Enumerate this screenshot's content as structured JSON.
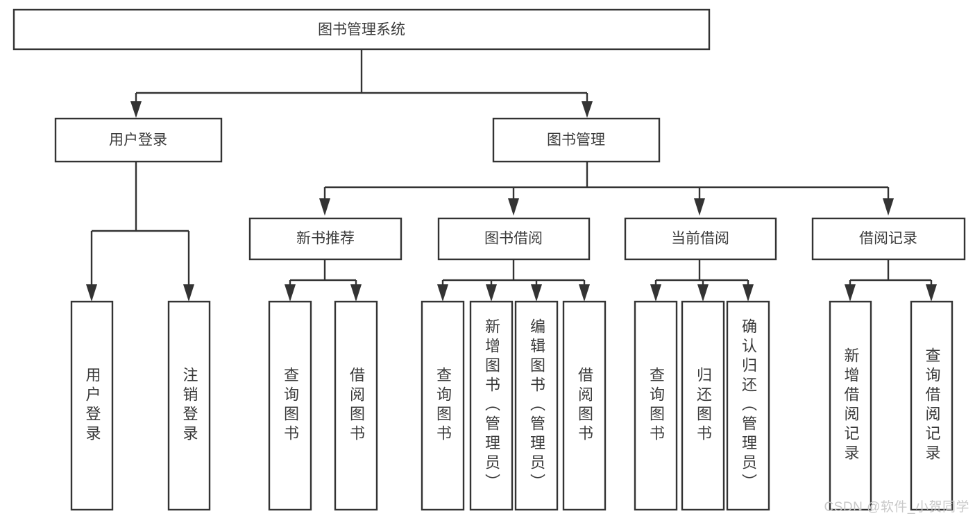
{
  "diagram": {
    "type": "tree-hierarchy",
    "title": "图书管理系统",
    "orientation": "top-down",
    "colors": {
      "box_stroke": "#333333",
      "box_fill": "#ffffff",
      "text": "#3a3a3a",
      "connector": "#333333",
      "watermark": "#c9c9c9",
      "background": "#ffffff"
    },
    "root": {
      "label": "图书管理系统"
    },
    "level2": [
      {
        "label": "用户登录"
      },
      {
        "label": "图书管理"
      }
    ],
    "level3": [
      {
        "label": "新书推荐"
      },
      {
        "label": "图书借阅"
      },
      {
        "label": "当前借阅"
      },
      {
        "label": "借阅记录"
      }
    ],
    "leaves": {
      "user_login": [
        {
          "label": "用户登录"
        },
        {
          "label": "注销登录"
        }
      ],
      "new_book_recommend": [
        {
          "label": "查询图书"
        },
        {
          "label": "借阅图书"
        }
      ],
      "book_borrow": [
        {
          "label": "查询图书"
        },
        {
          "label": "新增图书（管理员）"
        },
        {
          "label": "编辑图书（管理员）"
        },
        {
          "label": "借阅图书"
        }
      ],
      "current_borrow": [
        {
          "label": "查询图书"
        },
        {
          "label": "归还图书"
        },
        {
          "label": "确认归还（管理员）"
        }
      ],
      "borrow_record": [
        {
          "label": "新增借阅记录"
        },
        {
          "label": "查询借阅记录"
        }
      ]
    }
  },
  "watermark": {
    "text": "CSDN @软件_小贺同学"
  }
}
